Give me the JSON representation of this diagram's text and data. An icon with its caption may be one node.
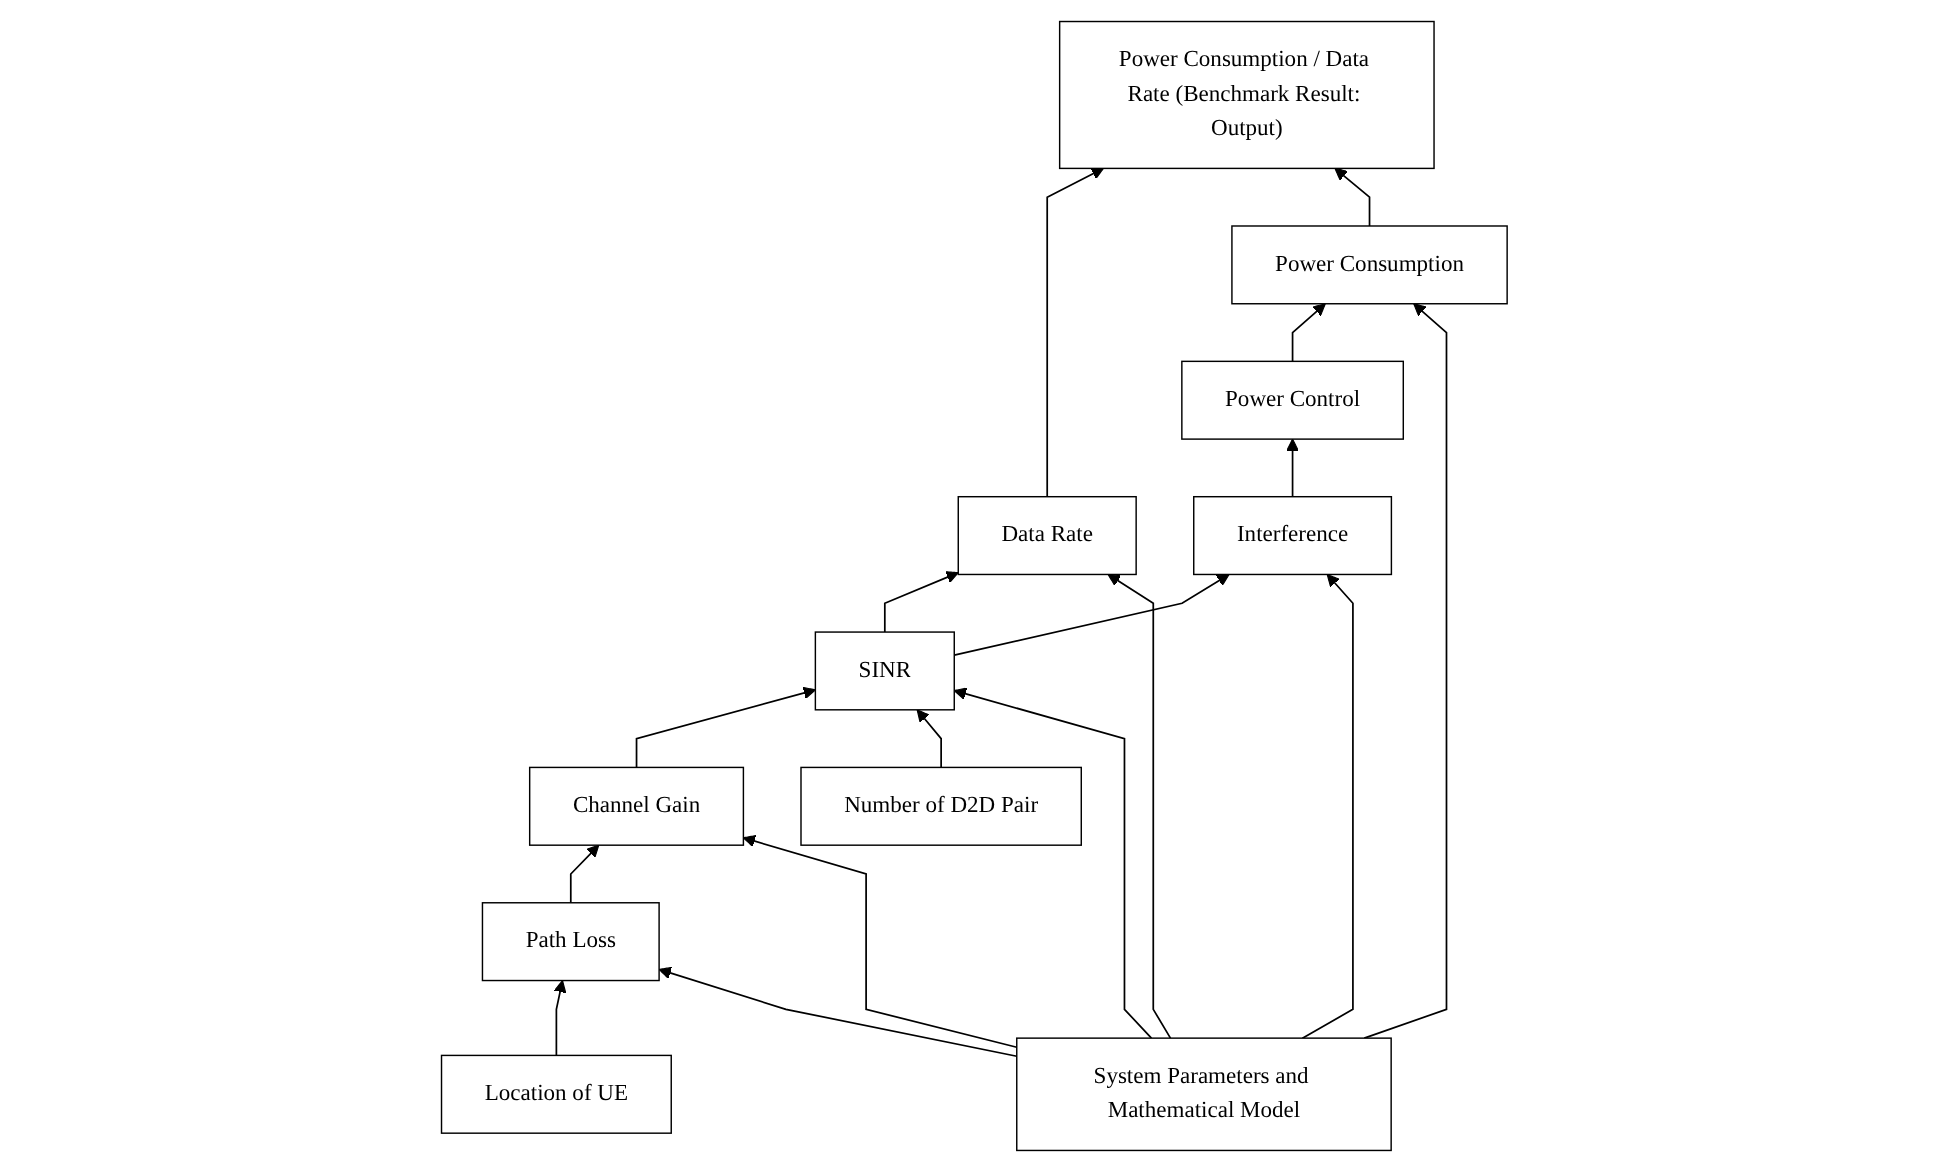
{
  "diagram": {
    "nodes": [
      {
        "text": [
          "Power Consumption / Data Rate (Benchmark Result: Output)"
        ]
      },
      {
        "text": [
          "Location of UE"
        ]
      },
      {
        "text": [
          "Number of D2D Pair"
        ]
      },
      {
        "text": [
          "Path Loss"
        ]
      },
      {
        "text": [
          "Channel Gain"
        ]
      },
      {
        "text": [
          "SINR"
        ]
      },
      {
        "text": [
          "Data Rate"
        ]
      },
      {
        "text": [
          "Interference"
        ]
      },
      {
        "text": [
          "Power Control"
        ]
      },
      {
        "text": [
          "Power Consumption"
        ]
      },
      {
        "text": [
          "System Parameters and Mathematical Model"
        ]
      }
    ],
    "edges": [
      {
        "from": 1,
        "to": 3,
        "arrow": "to"
      },
      {
        "from": 3,
        "to": 4,
        "arrow": "to"
      },
      {
        "from": 4,
        "to": 5,
        "arrow": "to"
      },
      {
        "from": 2,
        "to": 5,
        "arrow": "to"
      },
      {
        "from": 5,
        "to": 6,
        "arrow": "to"
      },
      {
        "from": 5,
        "to": 7,
        "arrow": "to"
      },
      {
        "from": 7,
        "to": 8,
        "arrow": "to"
      },
      {
        "from": 8,
        "to": 9,
        "arrow": "to"
      },
      {
        "from": 6,
        "to": 0,
        "arrow": "to"
      },
      {
        "from": 9,
        "to": 0,
        "arrow": "to"
      },
      {
        "from": 10,
        "to": 3,
        "arrow": "to"
      },
      {
        "from": 10,
        "to": 4,
        "arrow": "to"
      },
      {
        "from": 10,
        "to": 5,
        "arrow": "to"
      },
      {
        "from": 10,
        "to": 7,
        "arrow": "to"
      },
      {
        "from": 10,
        "to": 9,
        "arrow": "to"
      },
      {
        "from": 10,
        "to": 6,
        "arrow": "to"
      }
    ]
  }
}
